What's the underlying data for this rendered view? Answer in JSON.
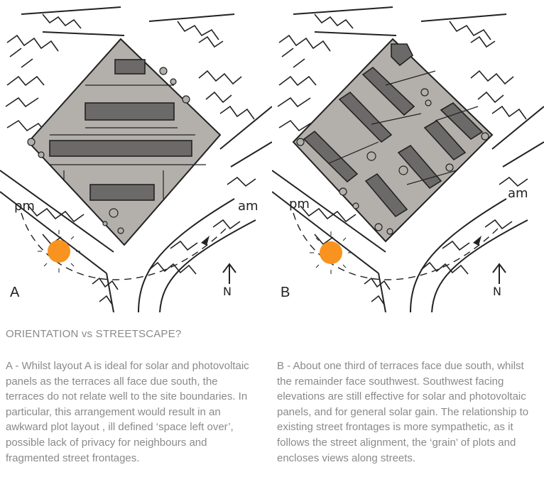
{
  "diagram_a": {
    "letter": "A",
    "pm_label": "pm",
    "am_label": "am",
    "north_label": "N"
  },
  "diagram_b": {
    "letter": "B",
    "pm_label": "pm",
    "am_label": "am",
    "north_label": "N"
  },
  "heading": "ORIENTATION vs STREETSCAPE?",
  "text_a": "A - Whilst layout A is ideal for solar and photovoltaic panels as the terraces all face due south, the terraces do not relate well to the site boundaries. In particular, this arrangement would result in an awkward plot layout , ill defined ‘space left over’, possible lack  of privacy for neighbours and fragmented street frontages.",
  "text_b": "B - About one third of terraces face due south, whilst the remainder face southwest. Southwest facing elevations are still effective for solar and photovoltaic panels, and for general solar gain. The relationship to existing street frontages is more sympathetic, as it follows the street alignment, the ‘grain’ of plots and encloses views along streets.",
  "colors": {
    "site_fill": "#b3b0ab",
    "terrace_fill": "#6b6a68",
    "sun": "#f7931e",
    "text": "#8a8a8a"
  }
}
